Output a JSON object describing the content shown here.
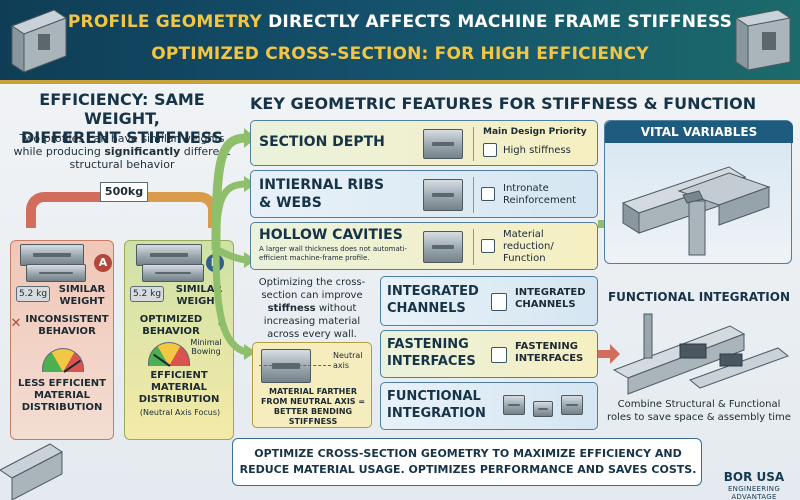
{
  "header": {
    "title_highlight": "PROFILE GEOMETRY",
    "title_rest": "DIRECTLY AFFECTS MACHINE FRAME STIFFNESS",
    "subtitle": "OPTIMIZED CROSS-SECTION: FOR HIGH EFFICIENCY"
  },
  "left": {
    "title_line1": "EFFICIENCY: SAME WEIGHT,",
    "title_line2": "DIFFERENT STIFFNESS",
    "desc_pre": "Two profiles can have similar weights while producing",
    "desc_bold": "significantly",
    "desc_post": "different structural behavior",
    "load": "500kg",
    "profile_a": {
      "badge": "A",
      "weight_tag": "5.2 kg",
      "weight_label": "SIMILAR WEIGHT",
      "behavior": "INCONSISTENT BEHAVIOR",
      "result": "LESS EFFICIENT MATERIAL DISTRIBUTION"
    },
    "profile_b": {
      "badge": "B",
      "weight_tag": "5.2 kg",
      "weight_label": "SIMILAR WEIGHT",
      "behavior": "OPTIMIZED BEHAVIOR",
      "bowing": "Minimal Bowing",
      "result": "EFFICIENT MATERIAL DISTRIBUTION",
      "result_note": "(Neutral Axis Focus)"
    }
  },
  "middle": {
    "title": "KEY GEOMETRIC FEATURES  FOR STIFFNESS & FUNCTION",
    "section_depth": {
      "title": "SECTION DEPTH",
      "priority": "Main Design Priority",
      "benefit": "High stiffness"
    },
    "ribs": {
      "title_line1": "INTIERNAL RIBS",
      "title_line2": "& WEBS",
      "benefit": "Intronate Reinforcement"
    },
    "cavities": {
      "title": "HOLLOW CAVITIES",
      "note": "A larger wall thickness does not automati- efficient machine-frame profile.",
      "benefit": "Material reduction/ Function"
    },
    "note": {
      "pre": "Optimizing the cross-section can improve",
      "bold": "stiffness",
      "post": "without increasing material across every wall."
    },
    "neutral": {
      "axis_label": "Neutral axis",
      "caption": "MATERIAL FARTHER FROM NEUTRAL AXIS = BETTER BENDING STIFFNESS"
    },
    "channels": {
      "title": "INTEGRATED CHANNELS",
      "benefit": "INTEGRATED CHANNELS"
    },
    "fastening": {
      "title": "FASTENING INTERFACES",
      "benefit": "FASTENING INTERFACES"
    },
    "functional": {
      "title": "FUNCTIONAL INTEGRATION"
    }
  },
  "right": {
    "vital": "VITAL VARIABLES",
    "func_title": "FUNCTIONAL INTEGRATION",
    "func_caption": "Combine Structural & Functional roles to save space & assembly time"
  },
  "bottom": {
    "line1": "OPTIMIZE CROSS-SECTION GEOMETRY TO MAXIMIZE EFFICIENCY AND",
    "line2": "REDUCE MATERIAL USAGE. OPTIMIZES PERFORMANCE AND SAVES COSTS."
  },
  "logo": {
    "main": "BOR USA",
    "sub": "ENGINEERING ADVANTAGE"
  },
  "colors": {
    "banner": "#14506b",
    "accent": "#f3c544",
    "red": "#d26c5d",
    "green": "#8fbf6a"
  }
}
